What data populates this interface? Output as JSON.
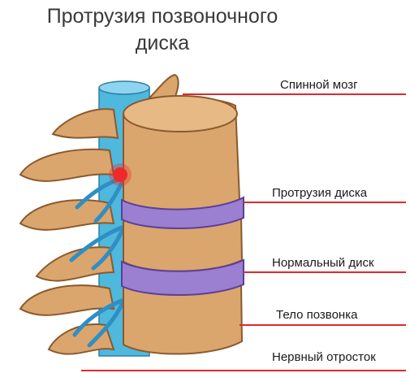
{
  "title": {
    "line1": "Протрузия позвоночного",
    "line2": "диска"
  },
  "labels": {
    "spinal_cord": "Спинной мозг",
    "disc_protrusion": "Протрузия диска",
    "normal_disc": "Нормальный диск",
    "vertebral_body": "Тело позвонка",
    "nerve_root": "Нервный отросток"
  },
  "colors": {
    "bone": "#dba56e",
    "bone_dark": "#b27a45",
    "disc": "#9b7fd0",
    "spinal_cord": "#4fb8dd",
    "nerve": "#3fa7d8",
    "protrusion": "#ef2a2a",
    "leader_line": "#e0282e"
  }
}
